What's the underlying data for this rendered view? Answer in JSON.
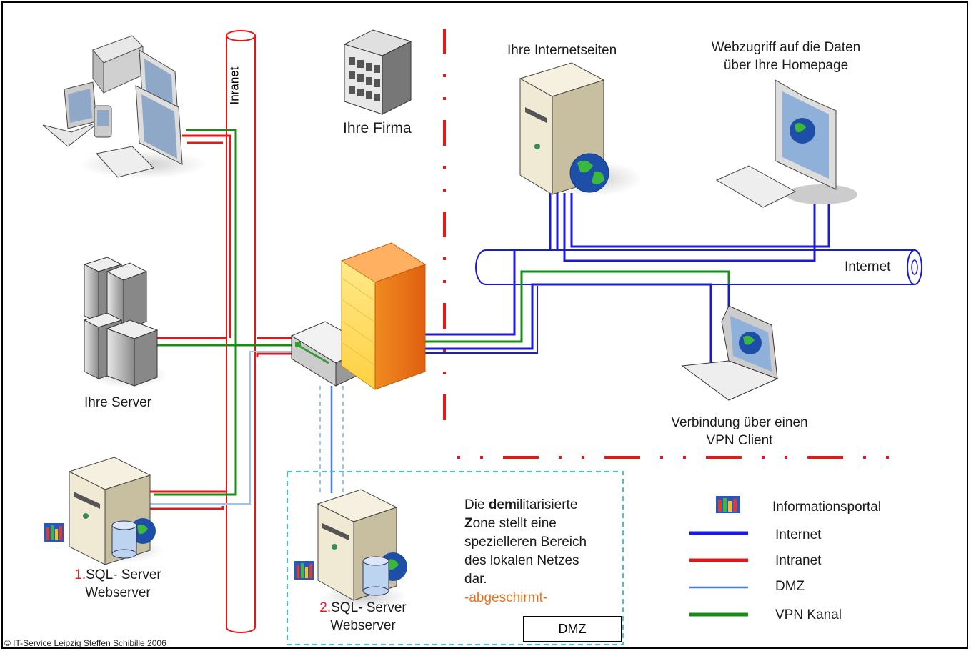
{
  "labels": {
    "intranet_pipe": "Inranet",
    "company": "Ihre Firma",
    "internet_pages": "Ihre Internetseiten",
    "web_access_line1": "Webzugriff auf die Daten",
    "web_access_line2": "über Ihre Homepage",
    "internet_pipe": "Internet",
    "servers": "Ihre Server",
    "vpn_client_line1": "Verbindung über einen",
    "vpn_client_line2": "VPN Client",
    "sql1_number": "1.",
    "sql1_line1": "SQL- Server",
    "sql1_line2": "Webserver",
    "sql2_number": "2.",
    "sql2_line1": "SQL- Server",
    "sql2_line2": "Webserver",
    "dmz_box": "DMZ",
    "copyright": "© IT-Service Leipzig Steffen Schibille 2006"
  },
  "dmz_text": {
    "line1_bold": "dem",
    "line1_pre": "Die ",
    "line1_post": "ilitarisierte",
    "line2_bold": "Z",
    "line2_post": "one stellt eine",
    "line3": "spezielleren Bereich",
    "line4": "des lokalen Netzes",
    "line5": "dar.",
    "line6": "-abgeschirmt-"
  },
  "legend": [
    {
      "label": "Informationsportal",
      "icon": "info-portal-icon"
    },
    {
      "label": "Internet",
      "color": "#1a1ad8"
    },
    {
      "label": "Intranet",
      "color": "#e01a1a"
    },
    {
      "label": "DMZ",
      "color": "#4a7fe0"
    },
    {
      "label": "VPN Kanal",
      "color": "#1a8a1a"
    }
  ],
  "colors": {
    "internet": "#1a1ad8",
    "intranet": "#e01a1a",
    "dmz": "#4a7fe0",
    "dmz_light": "#9cc4f0",
    "vpn": "#1a8a1a",
    "firewall": "#f5a020",
    "dmz_border": "#3cc0e8"
  },
  "icons": [
    "workstations-icon",
    "building-icon",
    "web-server-icon",
    "monitor-globe-icon",
    "server-rack-icon",
    "router-icon",
    "firewall-icon",
    "laptop-icon",
    "sql-server-icon",
    "info-portal-icon",
    "globe-icon"
  ]
}
